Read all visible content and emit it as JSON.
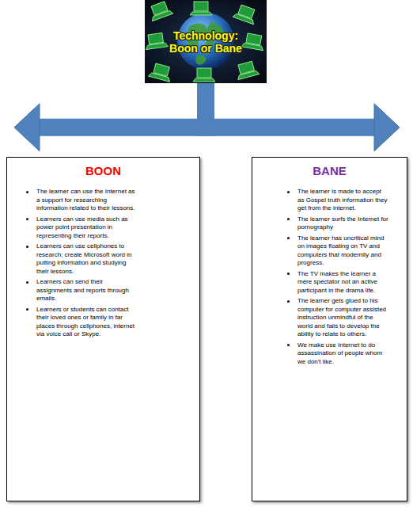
{
  "diagram": {
    "nodes": [
      {
        "text": [
          "Technology: Boon or Bane"
        ]
      },
      {
        "text": [
          "BOON",
          "The learner can use the Internet as a support for researching information related to their lessons.",
          "Learners can use media such as power point presentation in representing their reports.",
          "Learners can use cellphones to research; create Microsoft word in putting information and studying their lessons.",
          "Learners can send their assignments and reports through emails.",
          "Learners or students can contact their loved ones or family in far places through cellphones, internet via voice call or Skype."
        ]
      },
      {
        "text": [
          "BANE",
          "The learner is made to accept as Gospel truth information they get from the internet.",
          "The learner surfs the Internet for pornography",
          "The learner has uncritical mind on images floating on TV and computers that modernity and progress.",
          "The TV makes the learner a mere spectator not an active participant in the drama life.",
          "The learner gets glued to his computer for computer assisted instruction unmindful of the world and fails to develop the ability to relate to others.",
          "We make use Internet to do assassination of people whom we don't like."
        ]
      }
    ],
    "edges": [
      {
        "from": 0,
        "to": 1,
        "arrow": "to"
      },
      {
        "from": 0,
        "to": 2,
        "arrow": "to"
      }
    ]
  }
}
